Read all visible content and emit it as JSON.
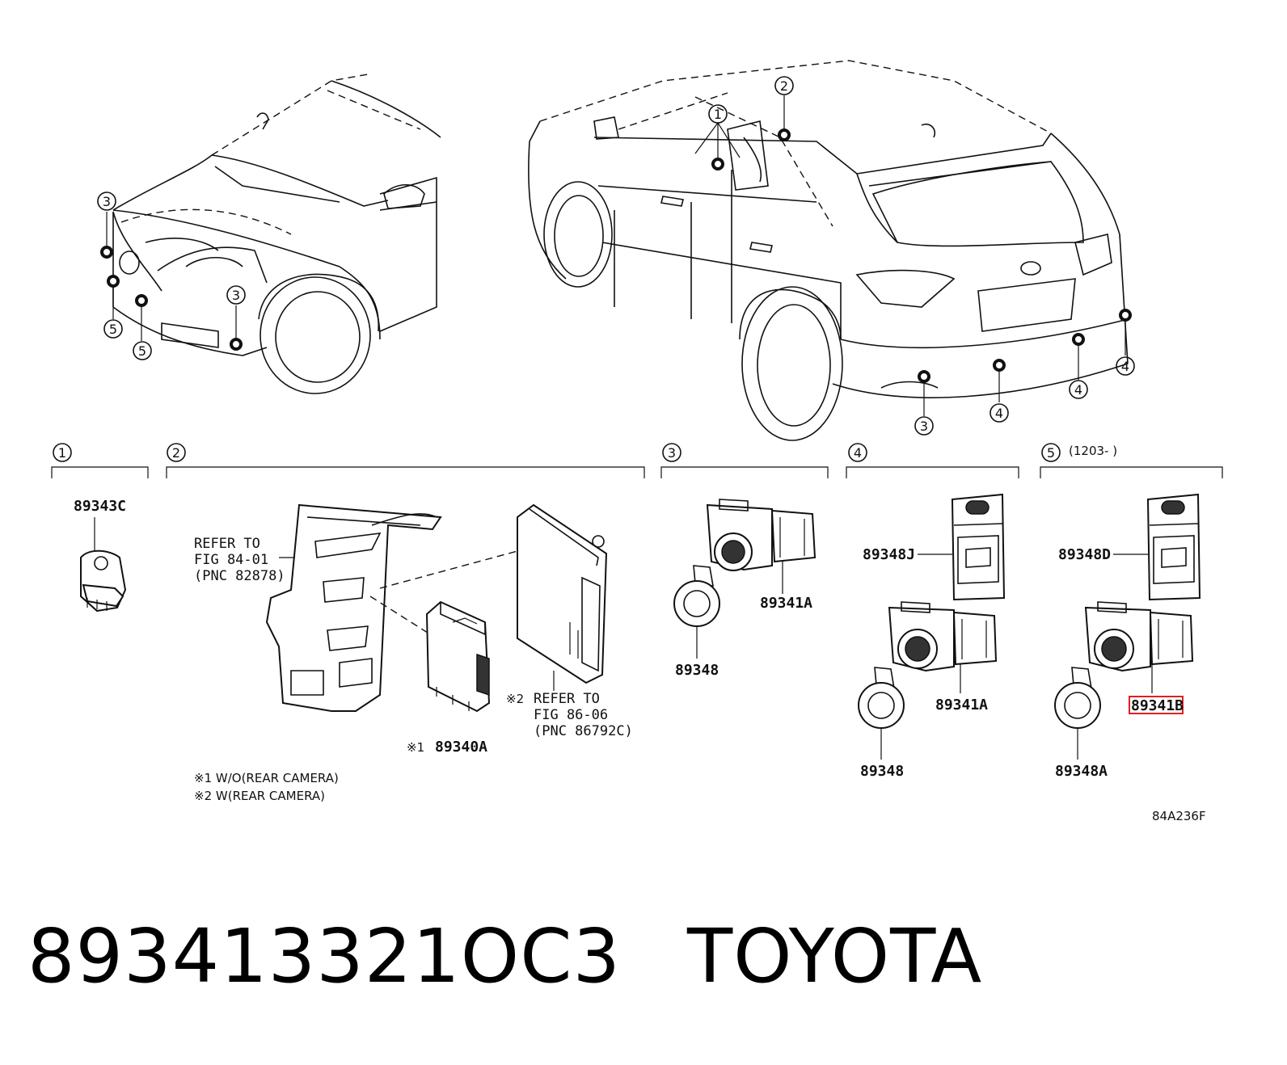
{
  "callouts": {
    "c1": "1",
    "c2": "2",
    "c3": "3",
    "c4": "4",
    "c5": "5"
  },
  "sections": {
    "s1": {
      "num": "1"
    },
    "s2": {
      "num": "2"
    },
    "s3": {
      "num": "3"
    },
    "s4": {
      "num": "4"
    },
    "s5": {
      "num": "5",
      "range": "(1203-      )"
    }
  },
  "parts": {
    "p89343C": "89343C",
    "refer1": [
      "REFER TO",
      "FIG 84-01",
      "(PNC 82878)"
    ],
    "p89340A": "89340A",
    "mark1": "※1",
    "mark2": "※2",
    "refer2": [
      "REFER TO",
      "FIG 86-06",
      "(PNC 86792C)"
    ],
    "p89341A_3": "89341A",
    "p89348_3": "89348",
    "p89348J": "89348J",
    "p89341A_4": "89341A",
    "p89348_4": "89348",
    "p89348D": "89348D",
    "p89341B": "89341B",
    "p89348A": "89348A"
  },
  "notes": {
    "n1": "※1 W/O(REAR CAMERA)",
    "n2": "※2 W(REAR CAMERA)"
  },
  "ref_code": "84A236F",
  "footer": {
    "part_number": "893413321OC3",
    "brand": "TOYOTA"
  },
  "highlight_color": "#e02020"
}
